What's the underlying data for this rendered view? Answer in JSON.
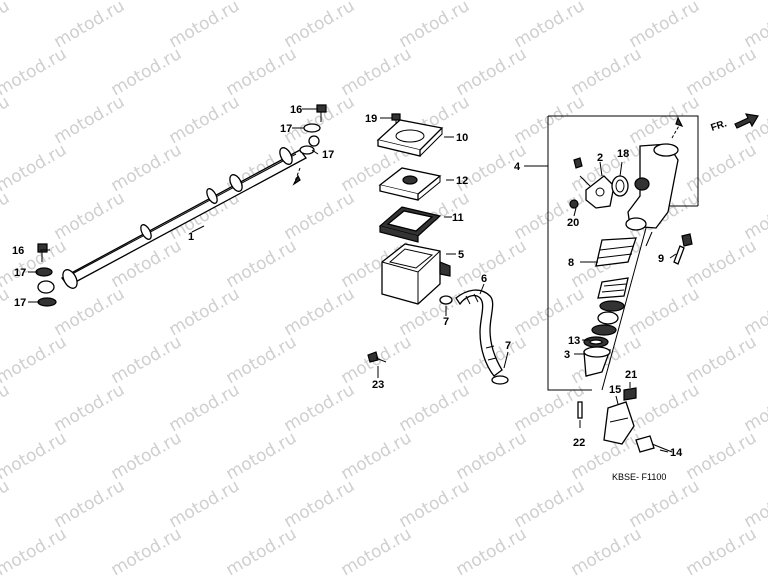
{
  "watermark": "motod.ru",
  "direction_label": "FR.",
  "diagram_code": "KBSE- F1100",
  "callouts": [
    {
      "id": "c1",
      "text": "1"
    },
    {
      "id": "c2",
      "text": "2"
    },
    {
      "id": "c3",
      "text": "3"
    },
    {
      "id": "c4",
      "text": "4"
    },
    {
      "id": "c5",
      "text": "5"
    },
    {
      "id": "c6",
      "text": "6"
    },
    {
      "id": "c7a",
      "text": "7"
    },
    {
      "id": "c7b",
      "text": "7"
    },
    {
      "id": "c8",
      "text": "8"
    },
    {
      "id": "c9",
      "text": "9"
    },
    {
      "id": "c10",
      "text": "10"
    },
    {
      "id": "c11",
      "text": "11"
    },
    {
      "id": "c12",
      "text": "12"
    },
    {
      "id": "c13",
      "text": "13"
    },
    {
      "id": "c14",
      "text": "14"
    },
    {
      "id": "c15",
      "text": "15"
    },
    {
      "id": "c16a",
      "text": "16"
    },
    {
      "id": "c16b",
      "text": "16"
    },
    {
      "id": "c17a",
      "text": "17"
    },
    {
      "id": "c17b",
      "text": "17"
    },
    {
      "id": "c17c",
      "text": "17"
    },
    {
      "id": "c17d",
      "text": "17"
    },
    {
      "id": "c18",
      "text": "18"
    },
    {
      "id": "c19",
      "text": "19"
    },
    {
      "id": "c20",
      "text": "20"
    },
    {
      "id": "c21",
      "text": "21"
    },
    {
      "id": "c22",
      "text": "22"
    },
    {
      "id": "c23",
      "text": "23"
    }
  ]
}
